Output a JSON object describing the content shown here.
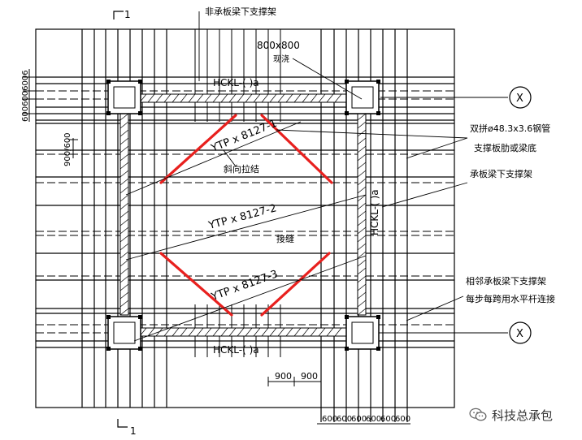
{
  "labels": {
    "section_mark": "1",
    "non_bearing_beam_support": "非承板梁下支撑架",
    "column_size": "800x800",
    "cast_in_place": "现浇",
    "beam_top": "HCKL-( )a",
    "beam_bottom": "HCKL-( )a",
    "beam_right": "HCKL-( )a",
    "axis_top": "X",
    "axis_bottom": "X",
    "steel_pipe": "双拼ø48.3x3.6钢管",
    "steel_pipe_2": "支撑板肋或梁底",
    "diagonal_brace": "斜向拉结",
    "slab_1": "YTP x 8127-1",
    "slab_2": "YTP x 8127-2",
    "slab_3": "YTP x 8127-3",
    "bearing_beam_support": "承板梁下支撑架",
    "joint": "接缝",
    "adjacent_support_1": "相邻承板梁下支撑架",
    "adjacent_support_2": "每步每跨用水平杆连接",
    "dim_900_a": "900",
    "dim_900_b": "900",
    "left_dim_stack": "6006006006",
    "left_dim_900": "900/600",
    "bottom_dims": [
      "600",
      "600",
      "600",
      "600",
      "600",
      "600"
    ],
    "watermark": "科技总承包"
  },
  "colors": {
    "line": "#000000",
    "highlight": "#e8201e",
    "watermark": "#555555"
  }
}
